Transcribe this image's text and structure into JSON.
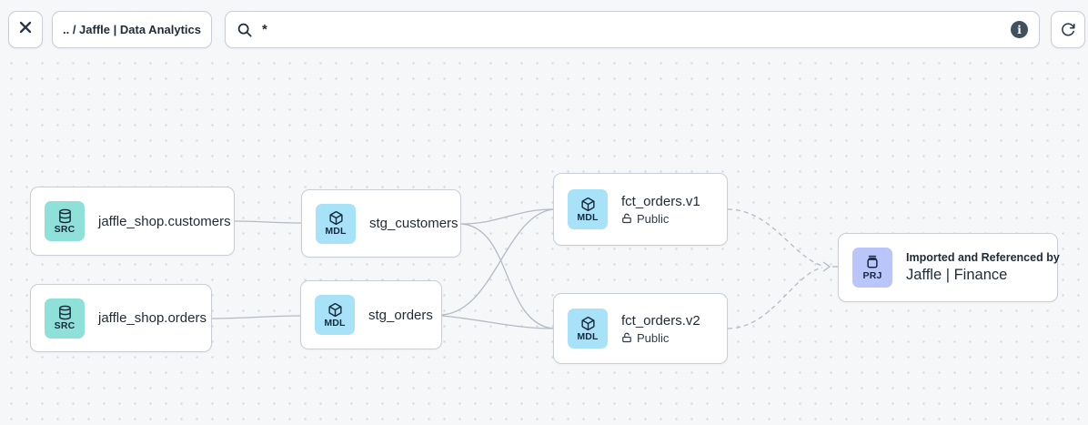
{
  "header": {
    "breadcrumb": ".. / Jaffle | Data Analytics",
    "search": {
      "value": "*",
      "placeholder": ""
    },
    "info_glyph": "i",
    "icons": {
      "close": "close-icon",
      "search": "search-icon",
      "info": "info-icon",
      "refresh": "refresh-icon"
    }
  },
  "graph": {
    "nodes": [
      {
        "id": "src-customers",
        "badge": "SRC",
        "icon": "database-icon",
        "label": "jaffle_shop.customers"
      },
      {
        "id": "src-orders",
        "badge": "SRC",
        "icon": "database-icon",
        "label": "jaffle_shop.orders"
      },
      {
        "id": "stg-customers",
        "badge": "MDL",
        "icon": "cube-icon",
        "label": "stg_customers"
      },
      {
        "id": "stg-orders",
        "badge": "MDL",
        "icon": "cube-icon",
        "label": "stg_orders"
      },
      {
        "id": "fct-orders-v1",
        "badge": "MDL",
        "icon": "cube-icon",
        "label": "fct_orders.v1",
        "access": "Public"
      },
      {
        "id": "fct-orders-v2",
        "badge": "MDL",
        "icon": "cube-icon",
        "label": "fct_orders.v2",
        "access": "Public"
      },
      {
        "id": "prj-finance",
        "badge": "PRJ",
        "icon": "project-icon",
        "sublabel": "Imported and Referenced by",
        "label": "Jaffle | Finance"
      }
    ],
    "edges": [
      {
        "from": "src-customers",
        "to": "stg-customers",
        "style": "solid"
      },
      {
        "from": "src-orders",
        "to": "stg-orders",
        "style": "solid"
      },
      {
        "from": "stg-customers",
        "to": "fct-orders-v1",
        "style": "solid"
      },
      {
        "from": "stg-customers",
        "to": "fct-orders-v2",
        "style": "solid"
      },
      {
        "from": "stg-orders",
        "to": "fct-orders-v1",
        "style": "solid"
      },
      {
        "from": "stg-orders",
        "to": "fct-orders-v2",
        "style": "solid"
      },
      {
        "from": "fct-orders-v1",
        "to": "prj-finance",
        "style": "dashed"
      },
      {
        "from": "fct-orders-v2",
        "to": "prj-finance",
        "style": "dashed"
      }
    ]
  },
  "colors": {
    "canvas_bg": "#f6f7f9",
    "dot": "#d6d9df",
    "node_border": "#c8cdd6",
    "text": "#1f2a37",
    "src_badge": "#8ee0d8",
    "mdl_badge": "#a8e2f8",
    "prj_badge": "#bac5f9",
    "edge": "#b4bac5",
    "info_circle": "#41505f"
  }
}
